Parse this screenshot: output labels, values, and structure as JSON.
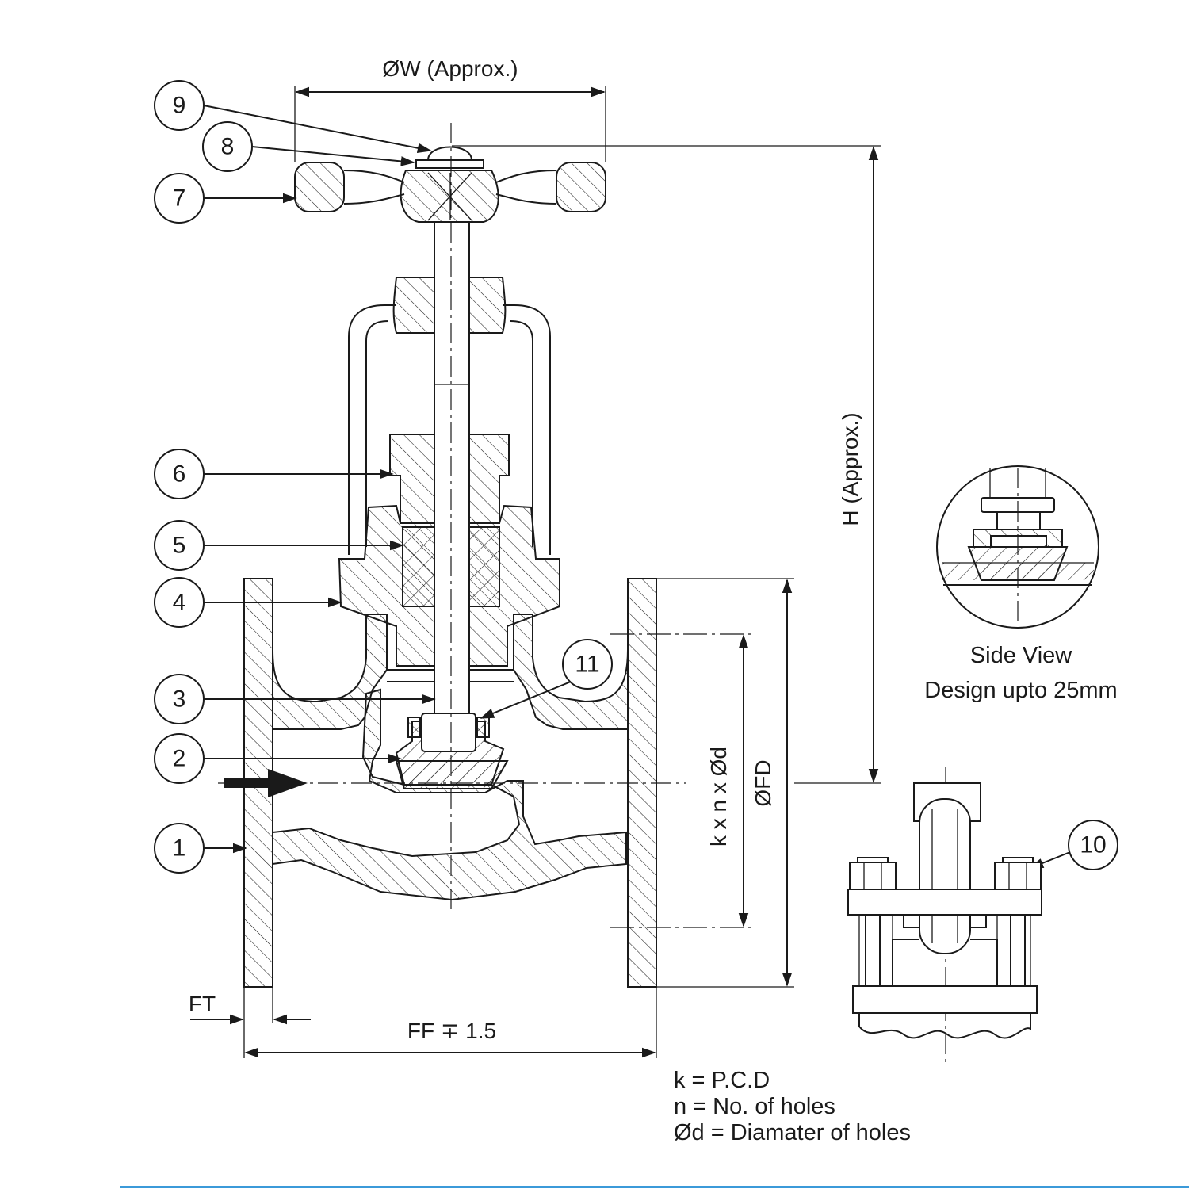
{
  "callouts": [
    "1",
    "2",
    "3",
    "4",
    "5",
    "6",
    "7",
    "8",
    "9",
    "10",
    "11"
  ],
  "dimensions": {
    "handwheel_width": "ØW (Approx.)",
    "height": "H (Approx.)",
    "flange_diameter": "ØFD",
    "bolt_pattern": "k x n x Ød",
    "flange_thickness": "FT",
    "face_to_face": "FF ∓ 1.5"
  },
  "side_view": {
    "title": "Side View",
    "subtitle": "Design upto 25mm"
  },
  "legend": [
    "k = P.C.D",
    "n = No. of holes",
    "Ød = Diamater of holes"
  ],
  "colors": {
    "line": "#1a1a1a",
    "rule": "#3b9ad9"
  }
}
